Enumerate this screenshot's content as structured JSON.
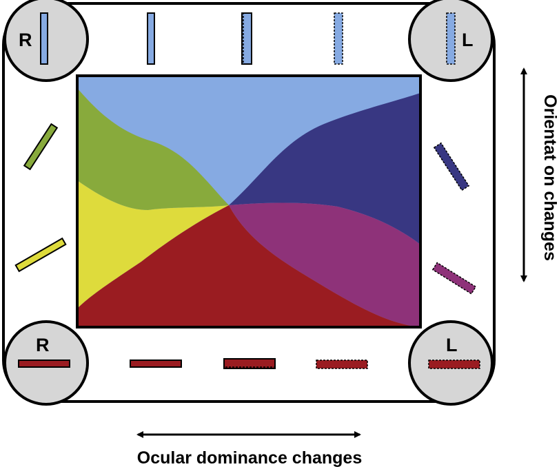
{
  "eye_labels": {
    "top_left": "R",
    "top_right": "L",
    "bottom_left": "R",
    "bottom_right": "L"
  },
  "axis_labels": {
    "vertical": "Orientat on changes",
    "horizontal": "Ocular dominance changes"
  },
  "colors": {
    "light_blue": "#86aae2",
    "dark_blue": "#383782",
    "green": "#88aa3c",
    "yellow": "#dedb3c",
    "red": "#9a1c21",
    "magenta": "#8e3279",
    "circle_fill": "#d6d6d6"
  }
}
